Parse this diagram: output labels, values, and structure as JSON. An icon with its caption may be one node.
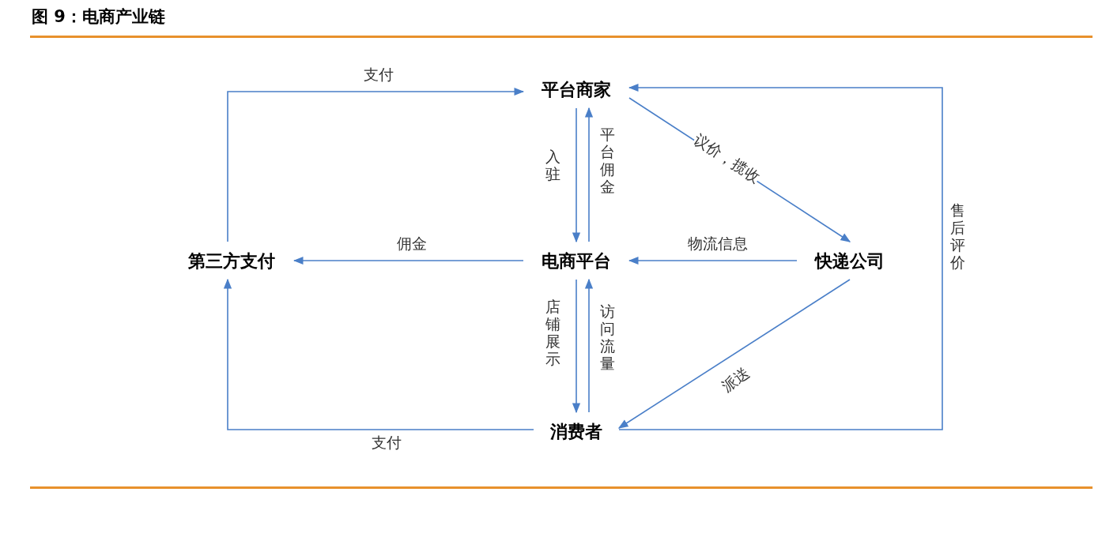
{
  "diagram": {
    "title": "图 9：电商产业链",
    "nodes": [
      {
        "text": [
          "平台商家"
        ]
      },
      {
        "text": [
          "第三方支付"
        ]
      },
      {
        "text": [
          "电商平台"
        ]
      },
      {
        "text": [
          "快递公司"
        ]
      },
      {
        "text": [
          "消费者"
        ]
      }
    ],
    "edges": [
      {
        "from": 1,
        "to": 0,
        "arrow": "to",
        "label": "支付"
      },
      {
        "from": 0,
        "to": 2,
        "arrow": "to",
        "label": "入驻"
      },
      {
        "from": 2,
        "to": 0,
        "arrow": "to",
        "label": "平台佣金"
      },
      {
        "from": 2,
        "to": 1,
        "arrow": "to",
        "label": "佣金"
      },
      {
        "from": 3,
        "to": 2,
        "arrow": "to",
        "label": "物流信息"
      },
      {
        "from": 0,
        "to": 3,
        "arrow": "to",
        "label": "议价，揽收"
      },
      {
        "from": 3,
        "to": 4,
        "arrow": "to",
        "label": "派送"
      },
      {
        "from": 4,
        "to": 0,
        "arrow": "to",
        "label": "售后评价"
      },
      {
        "from": 2,
        "to": 4,
        "arrow": "to",
        "label": "店铺展示"
      },
      {
        "from": 4,
        "to": 2,
        "arrow": "to",
        "label": "访问流量"
      },
      {
        "from": 4,
        "to": 1,
        "arrow": "to",
        "label": "支付"
      }
    ]
  }
}
